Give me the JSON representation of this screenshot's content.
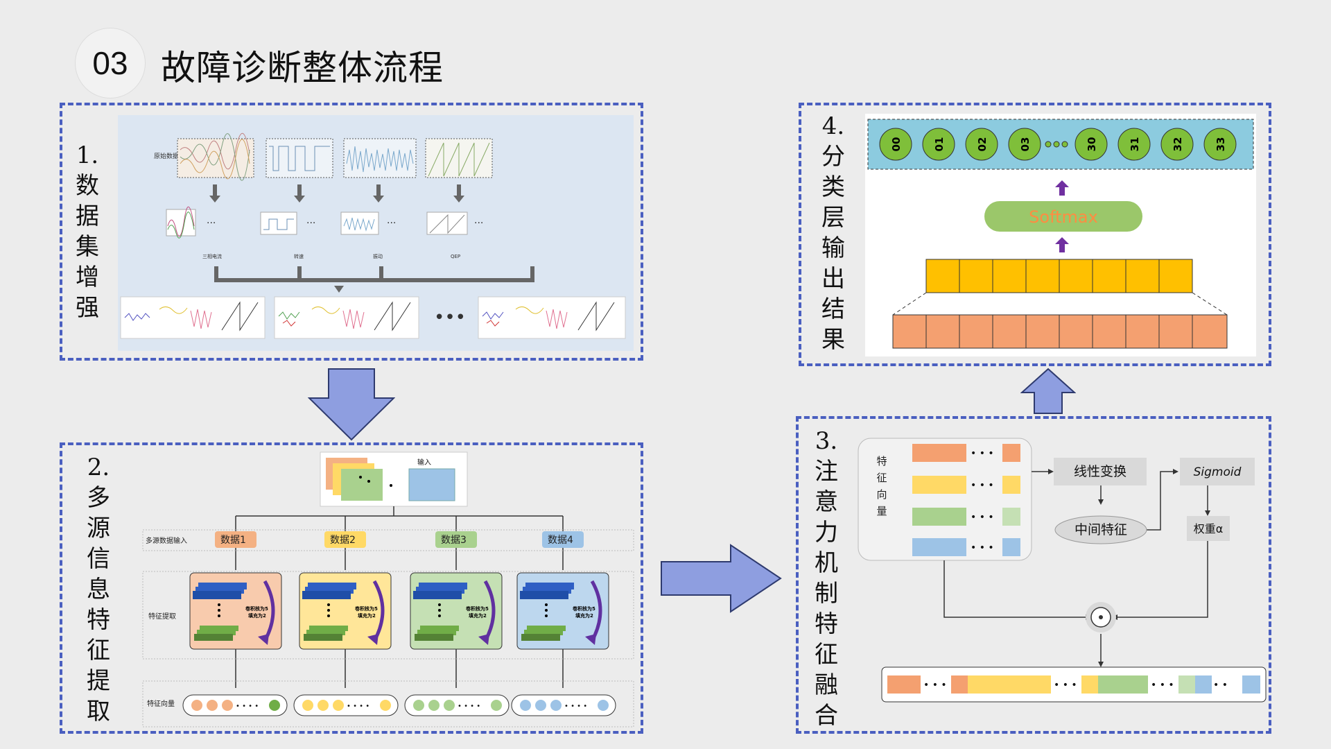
{
  "header": {
    "number": "03",
    "title": "故障诊断整体流程"
  },
  "panel1": {
    "label_chars": [
      "1.",
      "数",
      "据",
      "集",
      "增",
      "强"
    ],
    "raw_label": "原始数据",
    "dots": "···",
    "signal_labels": [
      "三相电流",
      "转速",
      "振动",
      "QEP"
    ],
    "big_dots": "•••"
  },
  "panel2": {
    "label_chars": [
      "2.",
      "多",
      "源",
      "信",
      "息",
      "特",
      "征",
      "提",
      "取"
    ],
    "input_label": "输入",
    "row_multi": "多源数据输入",
    "row_feat": "特征提取",
    "row_vec": "特征向量",
    "data_boxes": [
      "数据1",
      "数据2",
      "数据3",
      "数据4"
    ],
    "conv_text_1": "卷积核为5",
    "conv_text_2": "填充为2",
    "dot_sep": "• • • •"
  },
  "panel3": {
    "label_chars": [
      "3.",
      "注",
      "意",
      "力",
      "机",
      "制",
      "特",
      "征",
      "融",
      "合"
    ],
    "feature_vec_chars": [
      "特",
      "征",
      "向",
      "量"
    ],
    "linear": "线性变换",
    "middle": "中间特征",
    "sigmoid": "Sigmoid",
    "weight": "权重α",
    "odot": "⊙",
    "dots": "• • •"
  },
  "panel4": {
    "label_chars": [
      "4.",
      "分",
      "类",
      "层",
      "输",
      "出",
      "结",
      "果"
    ],
    "classes": [
      "00",
      "01",
      "02",
      "03",
      "30",
      "31",
      "32",
      "33"
    ],
    "softmax": "Softmax"
  },
  "colors": {
    "dash_border": "#4a5fc0",
    "arrow_fill": "#8e9ee0",
    "orange": "#f4a070",
    "yellow": "#ffd966",
    "green": "#a9d18e",
    "blue": "#9dc3e6",
    "softmax_bg": "#9bc76a",
    "softmax_text": "#ff8c42",
    "class_fill": "#7fbf3a",
    "class_panel": "#8ccbdf"
  }
}
